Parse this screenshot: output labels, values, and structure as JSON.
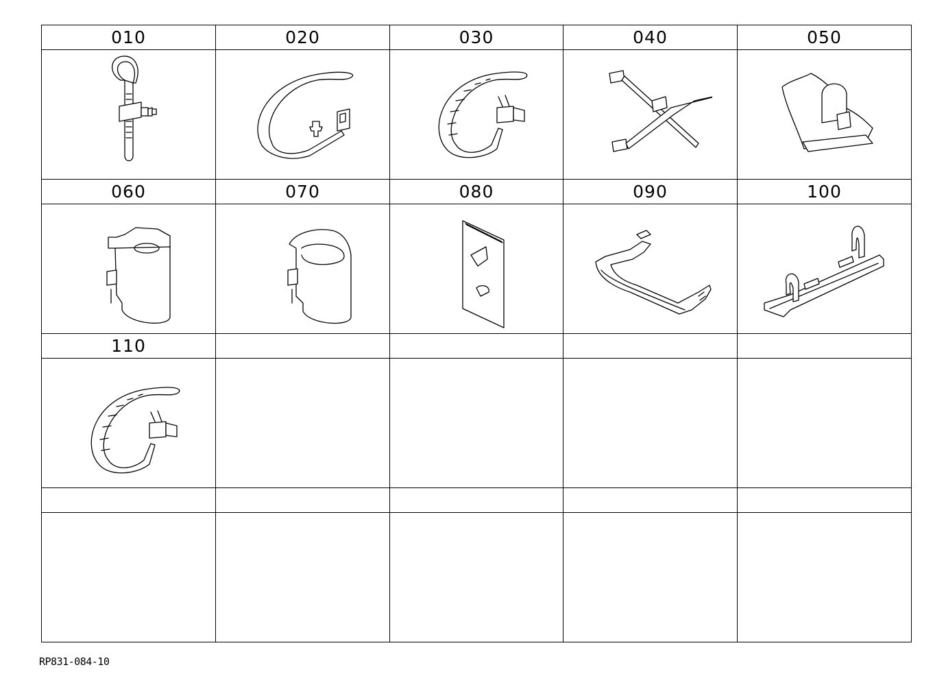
{
  "parts": [
    {
      "number": "010",
      "icon": "cable-tie-with-mounting-stud-icon"
    },
    {
      "number": "020",
      "icon": "strap-clamp-with-push-pin-icon"
    },
    {
      "number": "030",
      "icon": "serrated-band-clamp-with-clip-icon"
    },
    {
      "number": "040",
      "icon": "crossed-cable-ties-icon"
    },
    {
      "number": "050",
      "icon": "dome-nut-clip-icon"
    },
    {
      "number": "060",
      "icon": "hose-holder-clip-icon"
    },
    {
      "number": "070",
      "icon": "hose-holder-clip-small-icon"
    },
    {
      "number": "080",
      "icon": "adhesive-mount-plate-icon"
    },
    {
      "number": "090",
      "icon": "bracket-clamp-icon"
    },
    {
      "number": "100",
      "icon": "double-spring-clip-rail-icon"
    },
    {
      "number": "110",
      "icon": "serrated-band-clamp-with-clip-icon"
    }
  ],
  "drawing_reference": "RP831-084-10"
}
